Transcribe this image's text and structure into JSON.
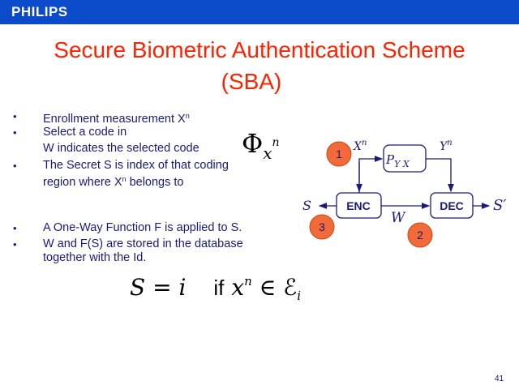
{
  "header": {
    "logo": "PHILIPS",
    "color": "#0b4ac8"
  },
  "title": {
    "line1": "Secure Biometric Authentication Scheme",
    "line2": "(SBA)"
  },
  "bullets": [
    {
      "text": "Enrollment measurement X",
      "sup": "n"
    },
    {
      "text": "Select a code in"
    },
    {
      "text": "W indicates the selected code"
    },
    {
      "text": "The Secret S is index of that coding"
    },
    {
      "text": "region where X",
      "sup": "n",
      "after": " belongs to"
    },
    {
      "text": " A One-Way Function F is applied to S."
    },
    {
      "text": "W and F(S) are stored in the database"
    },
    {
      "text": "together with the Id."
    }
  ],
  "formula_phi": {
    "symbol": "Φ",
    "sub": "x",
    "subsup": "n"
  },
  "formula_main": {
    "lhs": "S = i",
    "if": "if",
    "rhs": "x",
    "sup": "n",
    "in": " ∈ ℰ",
    "sub": "i"
  },
  "diagram": {
    "enc": "ENC",
    "dec": "DEC",
    "channel": "P",
    "channel_sub": "Y X",
    "xn": "X",
    "yn": "Y",
    "n": "n",
    "s": "S",
    "s_prime": "S′",
    "w": "W",
    "steps": [
      "1",
      "2",
      "3"
    ],
    "step_color": "#f26a3a"
  },
  "page_number": "41"
}
